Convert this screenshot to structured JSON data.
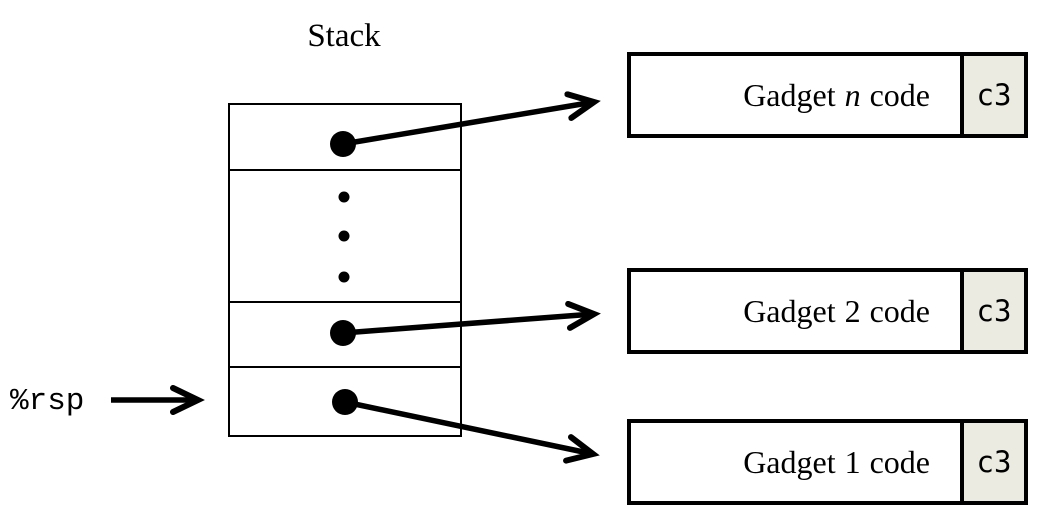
{
  "diagram": {
    "stack": {
      "title": "Stack",
      "cells": [
        {
          "name": "return-address-gadget-n"
        },
        {
          "name": "ellipsis"
        },
        {
          "name": "return-address-gadget-2"
        },
        {
          "name": "return-address-gadget-1"
        }
      ]
    },
    "rsp": {
      "label": "%rsp"
    },
    "gadgets": [
      {
        "prefix": "Gadget",
        "var": "n",
        "var_class": "italic",
        "suffix": "code",
        "ret": "c3"
      },
      {
        "prefix": "Gadget",
        "var": "2",
        "var_class": "",
        "suffix": "code",
        "ret": "c3"
      },
      {
        "prefix": "Gadget",
        "var": "1",
        "var_class": "",
        "suffix": "code",
        "ret": "c3"
      }
    ]
  },
  "colors": {
    "canvas_bg": "#ffffff",
    "ink": "#000000",
    "ret_bg": "#ECEBE1"
  }
}
